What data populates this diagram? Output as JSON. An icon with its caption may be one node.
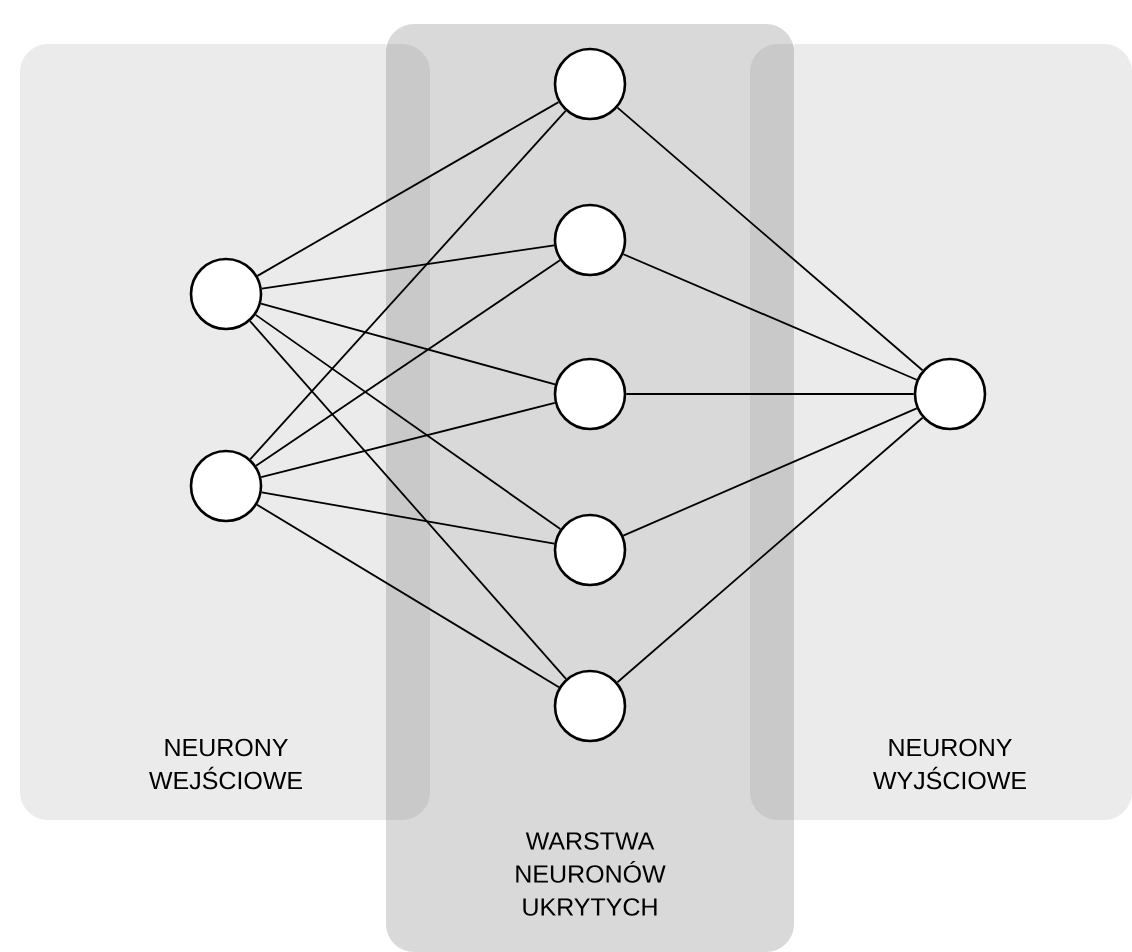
{
  "diagram": {
    "nodes": [
      {
        "text": [
          "NEURONY WEJŚCIOWE"
        ]
      },
      {
        "text": [],
        "shape": "circle",
        "in": 0
      },
      {
        "text": [],
        "shape": "circle",
        "in": 0
      },
      {
        "text": [
          "WARSTWA NEURONÓW UKRYTYCH"
        ]
      },
      {
        "text": [],
        "shape": "circle",
        "in": 3
      },
      {
        "text": [],
        "shape": "circle",
        "in": 3
      },
      {
        "text": [],
        "shape": "circle",
        "in": 3
      },
      {
        "text": [],
        "shape": "circle",
        "in": 3
      },
      {
        "text": [],
        "shape": "circle",
        "in": 3
      },
      {
        "text": [
          "NEURONY WYJŚCIOWE"
        ]
      },
      {
        "text": [],
        "shape": "circle",
        "in": 9
      }
    ],
    "edges": [
      {
        "from": 1,
        "to": 4,
        "arrow": "none"
      },
      {
        "from": 1,
        "to": 5,
        "arrow": "none"
      },
      {
        "from": 1,
        "to": 6,
        "arrow": "none"
      },
      {
        "from": 1,
        "to": 7,
        "arrow": "none"
      },
      {
        "from": 1,
        "to": 8,
        "arrow": "none"
      },
      {
        "from": 2,
        "to": 4,
        "arrow": "none"
      },
      {
        "from": 2,
        "to": 5,
        "arrow": "none"
      },
      {
        "from": 2,
        "to": 6,
        "arrow": "none"
      },
      {
        "from": 2,
        "to": 7,
        "arrow": "none"
      },
      {
        "from": 2,
        "to": 8,
        "arrow": "none"
      },
      {
        "from": 4,
        "to": 10,
        "arrow": "none"
      },
      {
        "from": 5,
        "to": 10,
        "arrow": "none"
      },
      {
        "from": 6,
        "to": 10,
        "arrow": "none"
      },
      {
        "from": 7,
        "to": 10,
        "arrow": "none"
      },
      {
        "from": 8,
        "to": 10,
        "arrow": "none"
      }
    ]
  }
}
